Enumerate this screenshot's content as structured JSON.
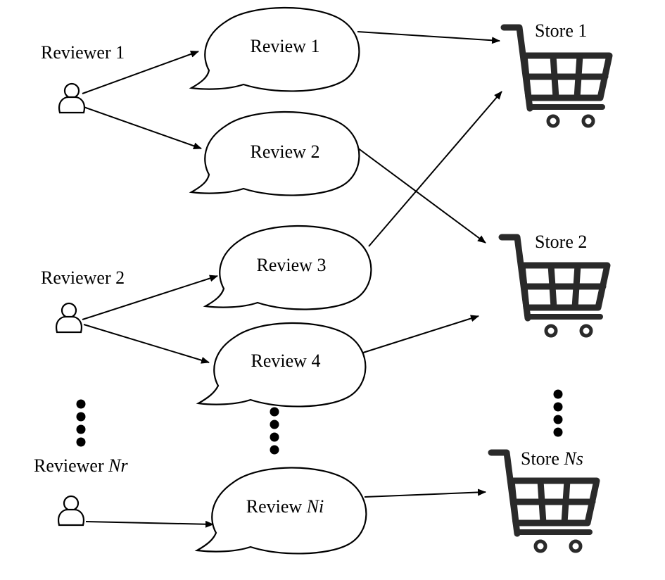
{
  "reviewers": [
    {
      "id": "r1",
      "label": "Reviewer 1",
      "italic": ""
    },
    {
      "id": "r2",
      "label": "Reviewer 2",
      "italic": ""
    },
    {
      "id": "rn",
      "label": "Reviewer ",
      "italic": "Nr"
    }
  ],
  "reviews": [
    {
      "id": "v1",
      "label": "Review 1",
      "italic": ""
    },
    {
      "id": "v2",
      "label": "Review 2",
      "italic": ""
    },
    {
      "id": "v3",
      "label": "Review 3",
      "italic": ""
    },
    {
      "id": "v4",
      "label": "Review 4",
      "italic": ""
    },
    {
      "id": "vn",
      "label": "Review ",
      "italic": "Ni"
    }
  ],
  "stores": [
    {
      "id": "s1",
      "label": "Store 1",
      "italic": ""
    },
    {
      "id": "s2",
      "label": "Store 2",
      "italic": ""
    },
    {
      "id": "sn",
      "label": "Store ",
      "italic": "Ns"
    }
  ],
  "edges": [
    {
      "from": "r1",
      "to": "v1"
    },
    {
      "from": "r1",
      "to": "v2"
    },
    {
      "from": "r2",
      "to": "v3"
    },
    {
      "from": "r2",
      "to": "v4"
    },
    {
      "from": "rn",
      "to": "vn"
    },
    {
      "from": "v1",
      "to": "s1"
    },
    {
      "from": "v2",
      "to": "s2"
    },
    {
      "from": "v3",
      "to": "s1"
    },
    {
      "from": "v4",
      "to": "s2"
    },
    {
      "from": "vn",
      "to": "sn"
    }
  ],
  "icons": {
    "reviewer": "person-icon",
    "store": "shopping-cart-icon",
    "review": "speech-bubble"
  }
}
